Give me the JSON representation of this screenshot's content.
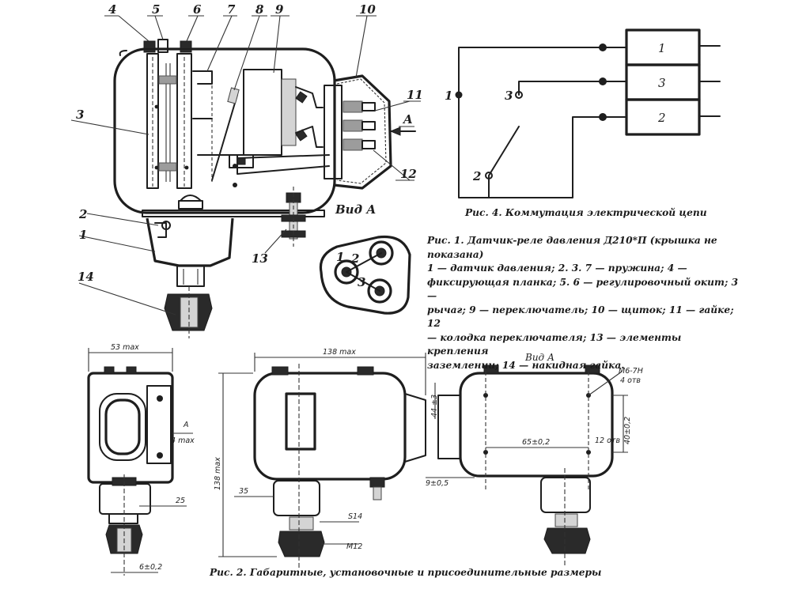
{
  "callouts": {
    "c1": "1",
    "c2": "2",
    "c3": "3",
    "c4": "4",
    "c5": "5",
    "c6": "6",
    "c7": "7",
    "c8": "8",
    "c9": "9",
    "c10": "10",
    "c11": "11",
    "c12": "12",
    "c13": "13",
    "c14": "14",
    "arrow_a": "A",
    "view_label": "Вид А",
    "view_label_small": "Вид А",
    "terminal_1": "1",
    "terminal_2": "2",
    "terminal_3": "3"
  },
  "circuit": {
    "box_1": "1",
    "box_3": "3",
    "box_2": "2",
    "node_1": "1",
    "node_3": "3",
    "node_2": "2"
  },
  "dimensions": {
    "width_53": "53 max",
    "width_138": "138 max",
    "height_138": "138 max",
    "d35": "35",
    "d25": "25",
    "d4": "4 max",
    "d6": "6±0,2",
    "s14": "S14",
    "m12": "M12",
    "d44": "44 ±3",
    "d9": "9±0,5",
    "d65": "65±0,2",
    "d40": "40±0,2",
    "d12": "12 отв",
    "m6": "M6-7H",
    "m6b": "4 отв",
    "a_arrow": "A"
  },
  "captions": {
    "fig4": "Рис. 4. Коммутация электрической цепи",
    "fig1_line1": "Рис. 1. Датчик-реле давления Д210*П (крышка не",
    "fig1_line2": "показана)",
    "fig1_line3": "1 — датчик давления; 2. 3. 7 — пружина; 4 —",
    "fig1_line4": "фиксирующая планка; 5. 6 — регулировочный окит; 3 —",
    "fig1_line5": "рычаг; 9 — переключатель; 10 — щиток; 11 — гайке; 12",
    "fig1_line6": "— колодка переключателя; 13 — элементы крепления",
    "fig1_line7": "заземлении; 14 — накидная гайка.",
    "fig2": "Рис. 2. Габаритные, установочные и присоединительные размеры"
  }
}
